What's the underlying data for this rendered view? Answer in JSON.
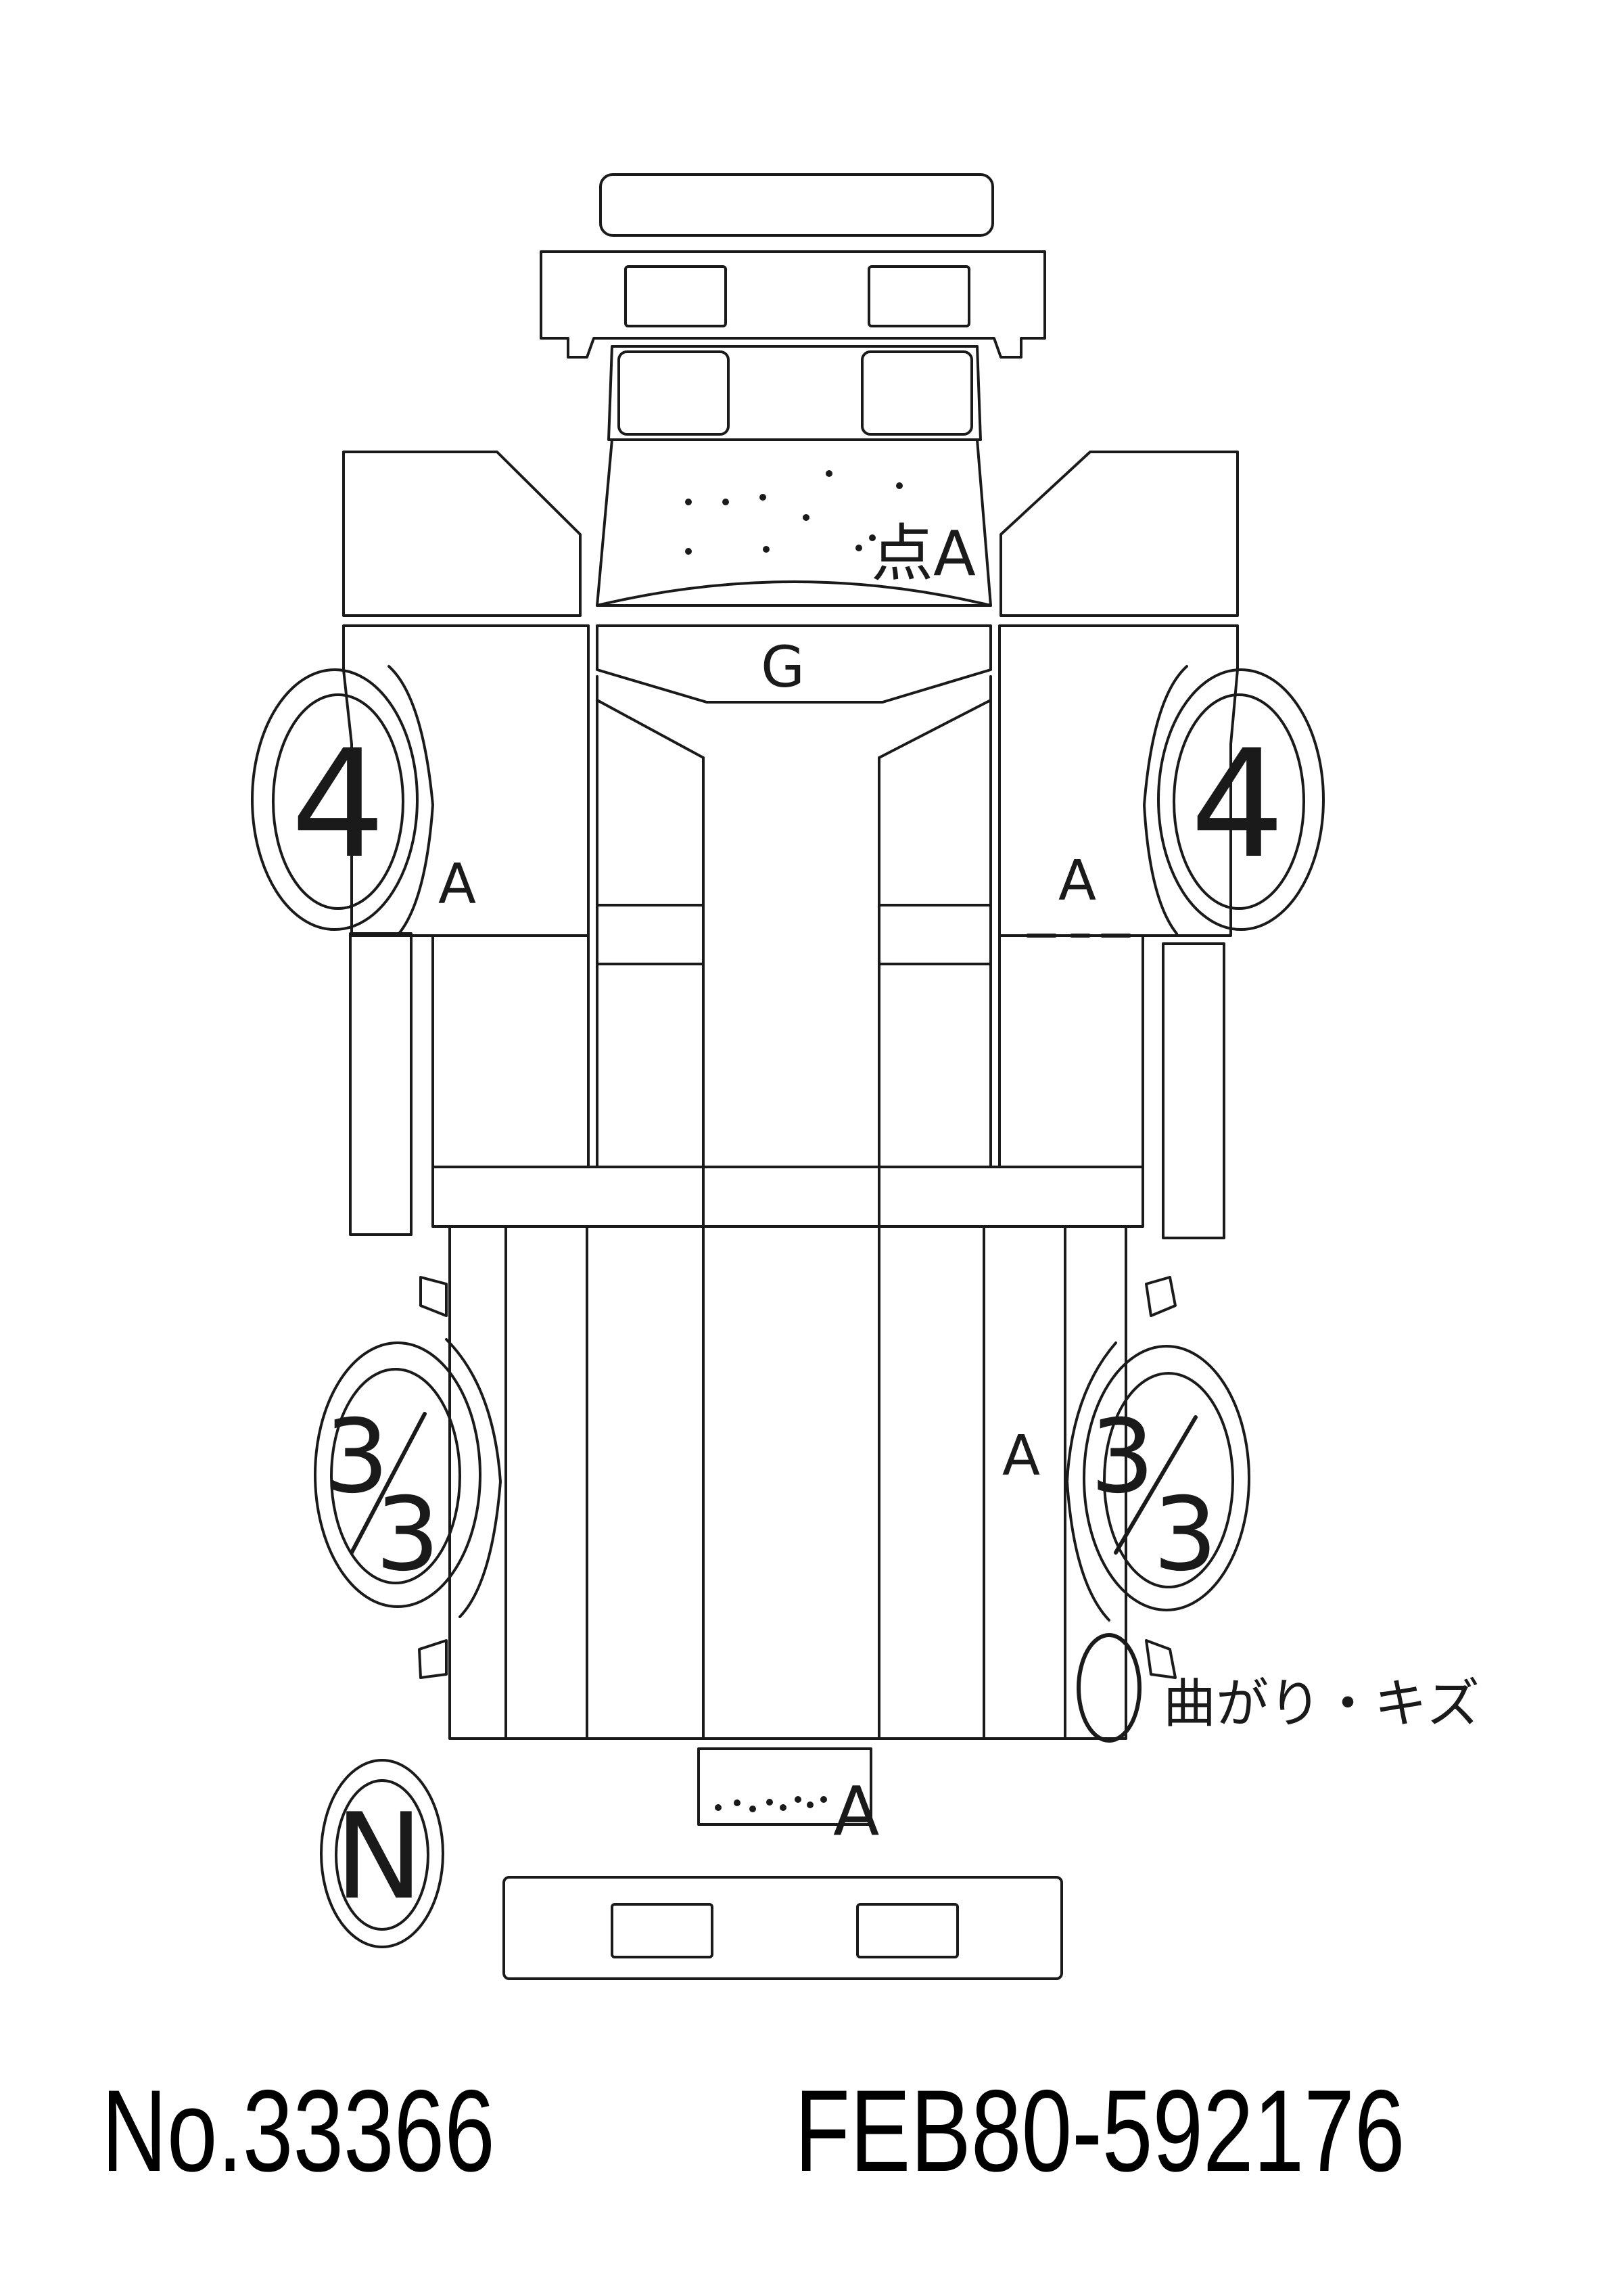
{
  "annotations": {
    "hood_mark": "点A",
    "grille_mark": "G",
    "left_front_tire": "4",
    "right_front_tire": "4",
    "left_cab_mark": "A",
    "right_cab_mark": "A",
    "left_rear_tire_top": "3",
    "left_rear_tire_bottom": "3",
    "right_rear_tire_top": "3",
    "right_rear_tire_bottom": "3",
    "right_body_mark": "A",
    "bend_scratch_note": "曲がり・キズ",
    "tailgate_mark": "A",
    "spare_tire_mark": "N"
  },
  "footer": {
    "number": "No.33366",
    "chassis": "FEB80-592176"
  }
}
